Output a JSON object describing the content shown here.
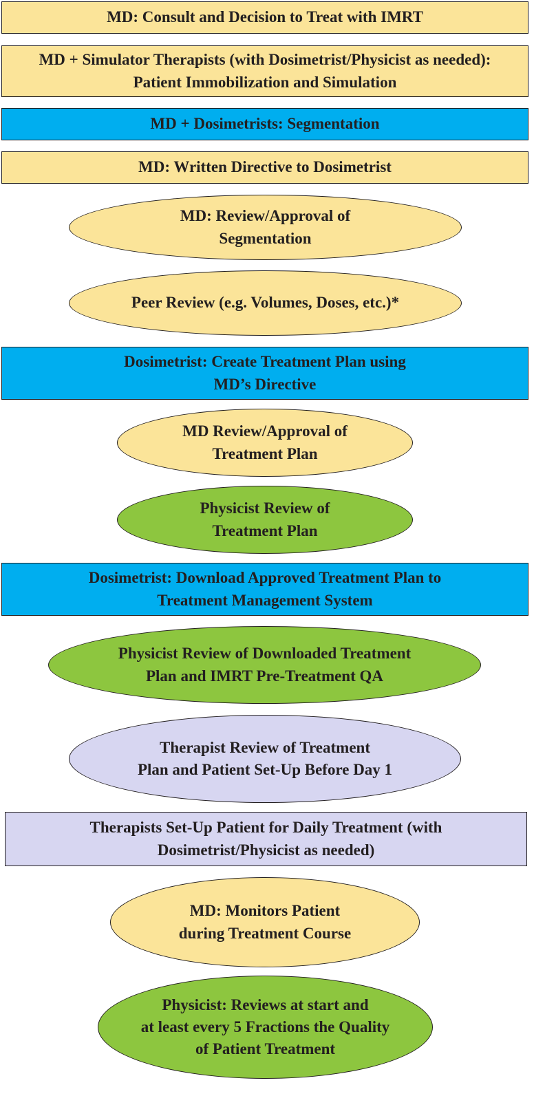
{
  "colors": {
    "physician": "#fbe499",
    "dosimetry": "#00aeef",
    "physics": "#8dc63f",
    "therapy": "#d7d6f1",
    "outline": "#231f20"
  },
  "steps": [
    {
      "label": "MD:  Consult and Decision to Treat with IMRT",
      "shape": "rect",
      "role": "physician"
    },
    {
      "label": "MD + Simulator Therapists (with Dosimetrist/Physicist as needed):\nPatient Immobilization and Simulation",
      "shape": "rect",
      "role": "physician"
    },
    {
      "label": "MD + Dosimetrists:  Segmentation",
      "shape": "rect",
      "role": "dosimetry"
    },
    {
      "label": "MD:  Written Directive to Dosimetrist",
      "shape": "rect",
      "role": "physician"
    },
    {
      "label": "MD: Review/Approval of\nSegmentation",
      "shape": "ellipse",
      "role": "physician"
    },
    {
      "label": "Peer Review (e.g. Volumes, Doses, etc.)*",
      "shape": "ellipse",
      "role": "physician"
    },
    {
      "label": "Dosimetrist:  Create Treatment Plan using\nMD’s Directive",
      "shape": "rect",
      "role": "dosimetry"
    },
    {
      "label": "MD Review/Approval of\nTreatment Plan",
      "shape": "ellipse",
      "role": "physician"
    },
    {
      "label": "Physicist Review of\nTreatment Plan",
      "shape": "ellipse",
      "role": "physics"
    },
    {
      "label": "Dosimetrist:  Download Approved Treatment Plan to\nTreatment Management System",
      "shape": "rect",
      "role": "dosimetry"
    },
    {
      "label": "Physicist Review of Downloaded Treatment\nPlan and IMRT Pre-Treatment QA",
      "shape": "ellipse",
      "role": "physics"
    },
    {
      "label": "Therapist Review of Treatment\nPlan and Patient Set-Up Before Day 1",
      "shape": "ellipse",
      "role": "therapy"
    },
    {
      "label": "Therapists Set-Up Patient for Daily Treatment (with\nDosimetrist/Physicist as needed)",
      "shape": "rect",
      "role": "therapy"
    },
    {
      "label": "MD: Monitors Patient\nduring Treatment Course",
      "shape": "ellipse",
      "role": "physician"
    },
    {
      "label": "Physicist: Reviews at start and\nat least every 5 Fractions the Quality\nof Patient Treatment",
      "shape": "ellipse",
      "role": "physics"
    }
  ]
}
